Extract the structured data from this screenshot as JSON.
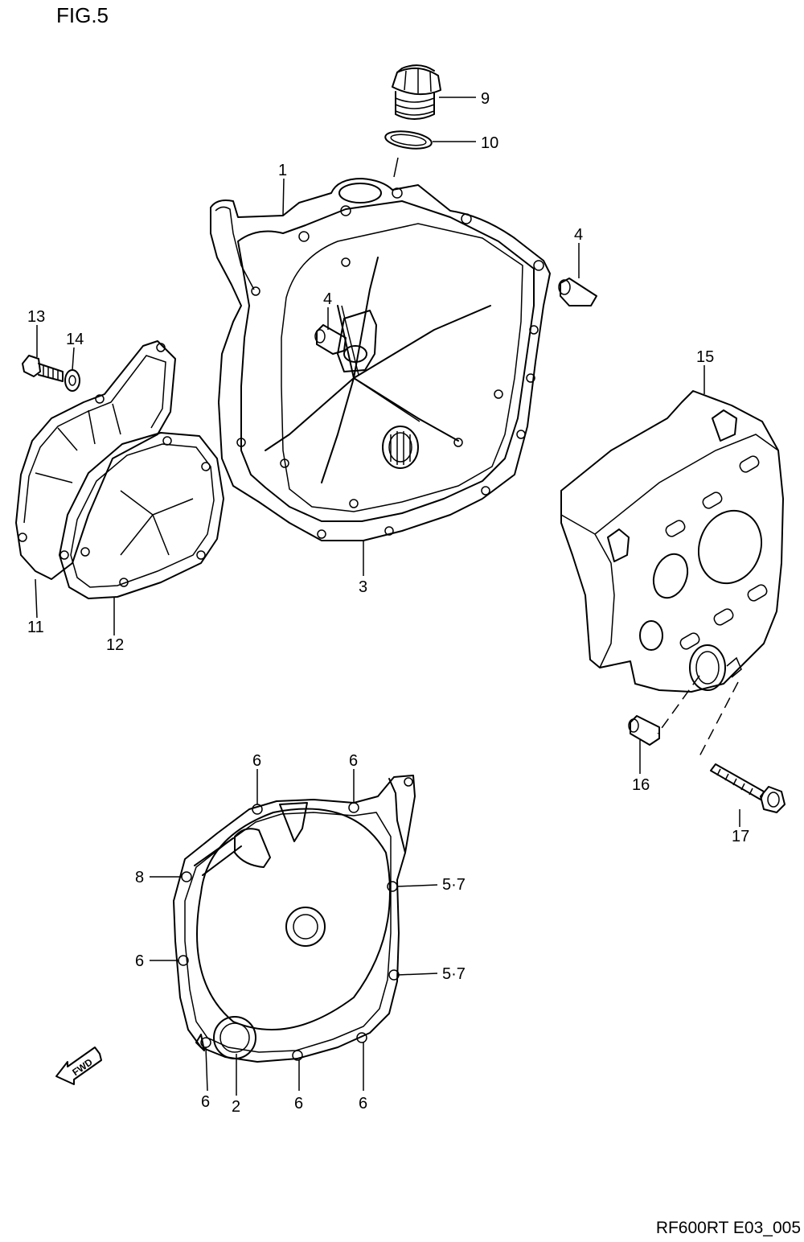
{
  "figure_title": "FIG.5",
  "drawing_code": "RF600RT E03_005",
  "fwd_label": "FWD",
  "callouts": {
    "c1": "1",
    "c2": "2",
    "c3": "3",
    "c4a": "4",
    "c4b": "4",
    "c5_7a": "5·7",
    "c5_7b": "5·7",
    "c6a": "6",
    "c6b": "6",
    "c6c": "6",
    "c6d": "6",
    "c6e": "6",
    "c6f": "6",
    "c8": "8",
    "c9": "9",
    "c10": "10",
    "c11": "11",
    "c12": "12",
    "c13": "13",
    "c14": "14",
    "c15": "15",
    "c16": "16",
    "c17": "17"
  }
}
